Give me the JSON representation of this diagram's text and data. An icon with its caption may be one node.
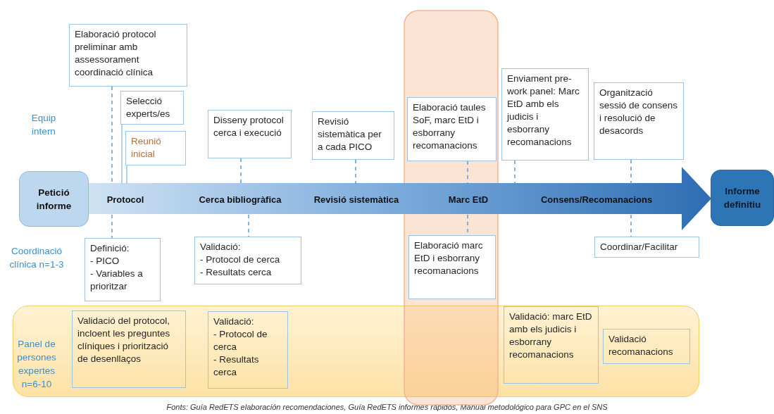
{
  "diagram": {
    "caption": "Fonts: Guía RedETS elaboración recomendaciones, Guía RedETS informes rápidos, Manual metodológico para GPC en el SNS",
    "nodes": [
      {
        "text": [
          "Elaboració protocol preliminar amb assessorament coordinació clínica"
        ]
      },
      {
        "text": [
          "Selecció experts/es"
        ]
      },
      {
        "text": [
          "Reunió inicial"
        ]
      },
      {
        "text": [
          "Disseny protocol cerca i execució"
        ]
      },
      {
        "text": [
          "Revisió sistemàtica per a cada PICO"
        ]
      },
      {
        "text": [],
        "shape": "band"
      },
      {
        "text": [
          "Elaboració taules SoF, marc EtD i esborrany recomanacions"
        ],
        "in": 5
      },
      {
        "text": [
          "Enviament pre-work panel: Marc EtD amb els judicis i esborrany recomanacions"
        ]
      },
      {
        "text": [
          "Organització sessió de consens i resolució de desacords"
        ]
      },
      {
        "text": [
          "Petició informe"
        ]
      },
      {
        "text": [
          "Protocol"
        ]
      },
      {
        "text": [
          "Cerca bibliogràfica"
        ]
      },
      {
        "text": [
          "Revisió sistemàtica"
        ]
      },
      {
        "text": [
          "Marc EtD"
        ],
        "in": 5
      },
      {
        "text": [
          "Consens/Recomanacions"
        ]
      },
      {
        "text": [
          "Informe definitiu"
        ]
      },
      {
        "text": [
          "Definició:",
          "- PICO",
          "- Variables a prioritzar"
        ]
      },
      {
        "text": [
          "Validació:",
          "- Protocol de cerca",
          "- Resultats cerca"
        ]
      },
      {
        "text": [
          "Elaboració marc EtD i esborrany recomanacions"
        ],
        "in": 5
      },
      {
        "text": [
          "Coordinar/Facilitar"
        ]
      },
      {
        "text": [
          "Panel de persones expertes n=6-10"
        ]
      },
      {
        "text": [
          "Validació del protocol, incloent les preguntes clíniques i priorització de desenllaços"
        ],
        "in": 20
      },
      {
        "text": [
          "Validació:",
          "- Protocol de cerca",
          "- Resultats cerca"
        ],
        "in": 20
      },
      {
        "text": [
          "Validació: marc EtD amb els judicis i esborrany recomanacions"
        ],
        "in": 20
      },
      {
        "text": [
          "Validació recomanacions"
        ],
        "in": 20
      }
    ],
    "edges": [
      {
        "from": 0,
        "to": 10,
        "arrow": "none",
        "style": "dashed"
      },
      {
        "from": 1,
        "to": 10,
        "arrow": "none",
        "color": "#9dc3e6"
      },
      {
        "from": 2,
        "to": 10,
        "arrow": "none",
        "color": "#9dc3e6"
      },
      {
        "from": 3,
        "to": 11,
        "arrow": "none",
        "style": "dashed"
      },
      {
        "from": 4,
        "to": 12,
        "arrow": "none",
        "style": "dashed"
      },
      {
        "from": 6,
        "to": 13,
        "arrow": "none",
        "style": "dashed"
      },
      {
        "from": 7,
        "to": 14,
        "arrow": "none",
        "style": "dashed"
      },
      {
        "from": 8,
        "to": 14,
        "arrow": "none",
        "style": "dashed"
      },
      {
        "from": 10,
        "to": 16,
        "arrow": "none",
        "style": "dashed"
      },
      {
        "from": 11,
        "to": 17,
        "arrow": "none",
        "style": "dashed"
      },
      {
        "from": 13,
        "to": 18,
        "arrow": "none",
        "style": "dashed"
      },
      {
        "from": 14,
        "to": 19,
        "arrow": "none",
        "style": "dashed"
      },
      {
        "from": 9,
        "to": 15,
        "arrow": "to",
        "style": "thick"
      }
    ],
    "labels": [
      "Equip intern",
      "Coordinació clínica n=1-3"
    ]
  }
}
